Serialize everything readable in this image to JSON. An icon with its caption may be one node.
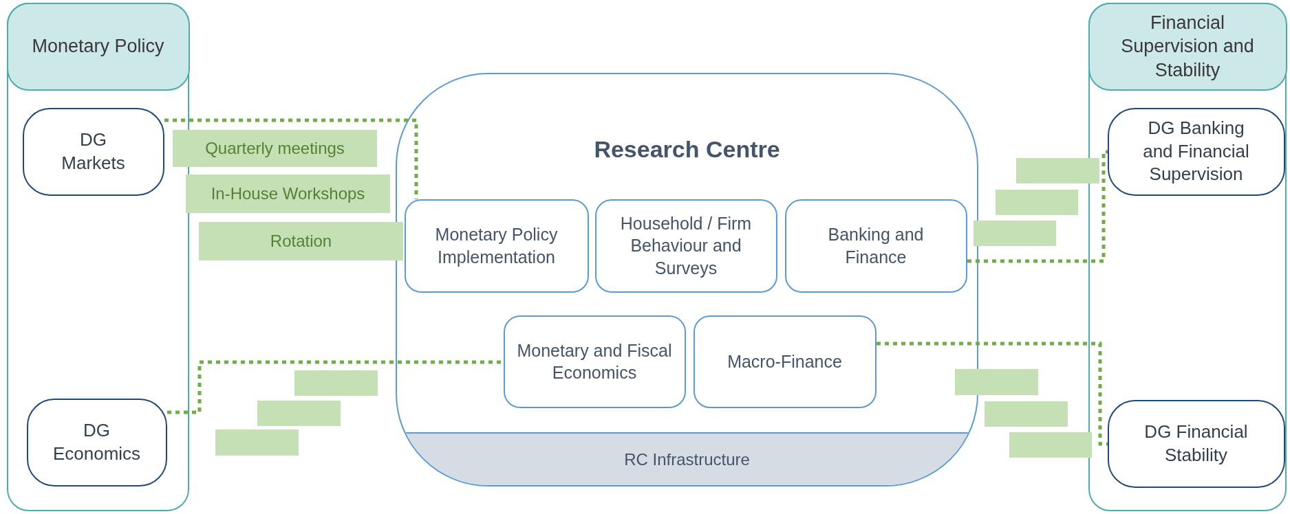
{
  "diagram": {
    "nodes": [
      {
        "text": [
          "Monetary Policy"
        ]
      },
      {
        "text": [
          "DG Markets"
        ],
        "in": 0
      },
      {
        "text": [
          "DG Economics"
        ],
        "in": 0
      },
      {
        "text": [
          "Financial Supervision and Stability"
        ]
      },
      {
        "text": [
          "DG Banking and Financial Supervision"
        ],
        "in": 3
      },
      {
        "text": [
          "DG Financial Stability"
        ],
        "in": 3
      },
      {
        "text": [
          "Research Centre"
        ]
      },
      {
        "text": [
          "Monetary Policy Implementation"
        ],
        "in": 6
      },
      {
        "text": [
          "Household / Firm Behaviour and Surveys"
        ],
        "in": 6
      },
      {
        "text": [
          "Banking and Finance"
        ],
        "in": 6
      },
      {
        "text": [
          "Monetary and Fiscal Economics"
        ],
        "in": 6
      },
      {
        "text": [
          "Macro-Finance"
        ],
        "in": 6
      },
      {
        "text": [
          "RC Infrastructure"
        ],
        "in": 6
      },
      {
        "text": [
          "Quarterly meetings"
        ]
      },
      {
        "text": [
          "In-House Workshops"
        ]
      },
      {
        "text": [
          "Rotation"
        ]
      },
      {
        "text": [],
        "shape": "box"
      },
      {
        "text": [],
        "shape": "box"
      },
      {
        "text": [],
        "shape": "box"
      },
      {
        "text": [],
        "shape": "box"
      },
      {
        "text": [],
        "shape": "box"
      },
      {
        "text": [],
        "shape": "box"
      },
      {
        "text": [],
        "shape": "box"
      },
      {
        "text": [],
        "shape": "box"
      },
      {
        "text": [],
        "shape": "box"
      }
    ],
    "edges": [
      {
        "from": 1,
        "to": 7,
        "arrow": "none",
        "style": "dashed"
      },
      {
        "from": 2,
        "to": 10,
        "arrow": "none",
        "style": "dashed"
      },
      {
        "from": 9,
        "to": 4,
        "arrow": "none",
        "style": "dashed"
      },
      {
        "from": 11,
        "to": 5,
        "arrow": "none",
        "style": "dashed"
      }
    ]
  }
}
